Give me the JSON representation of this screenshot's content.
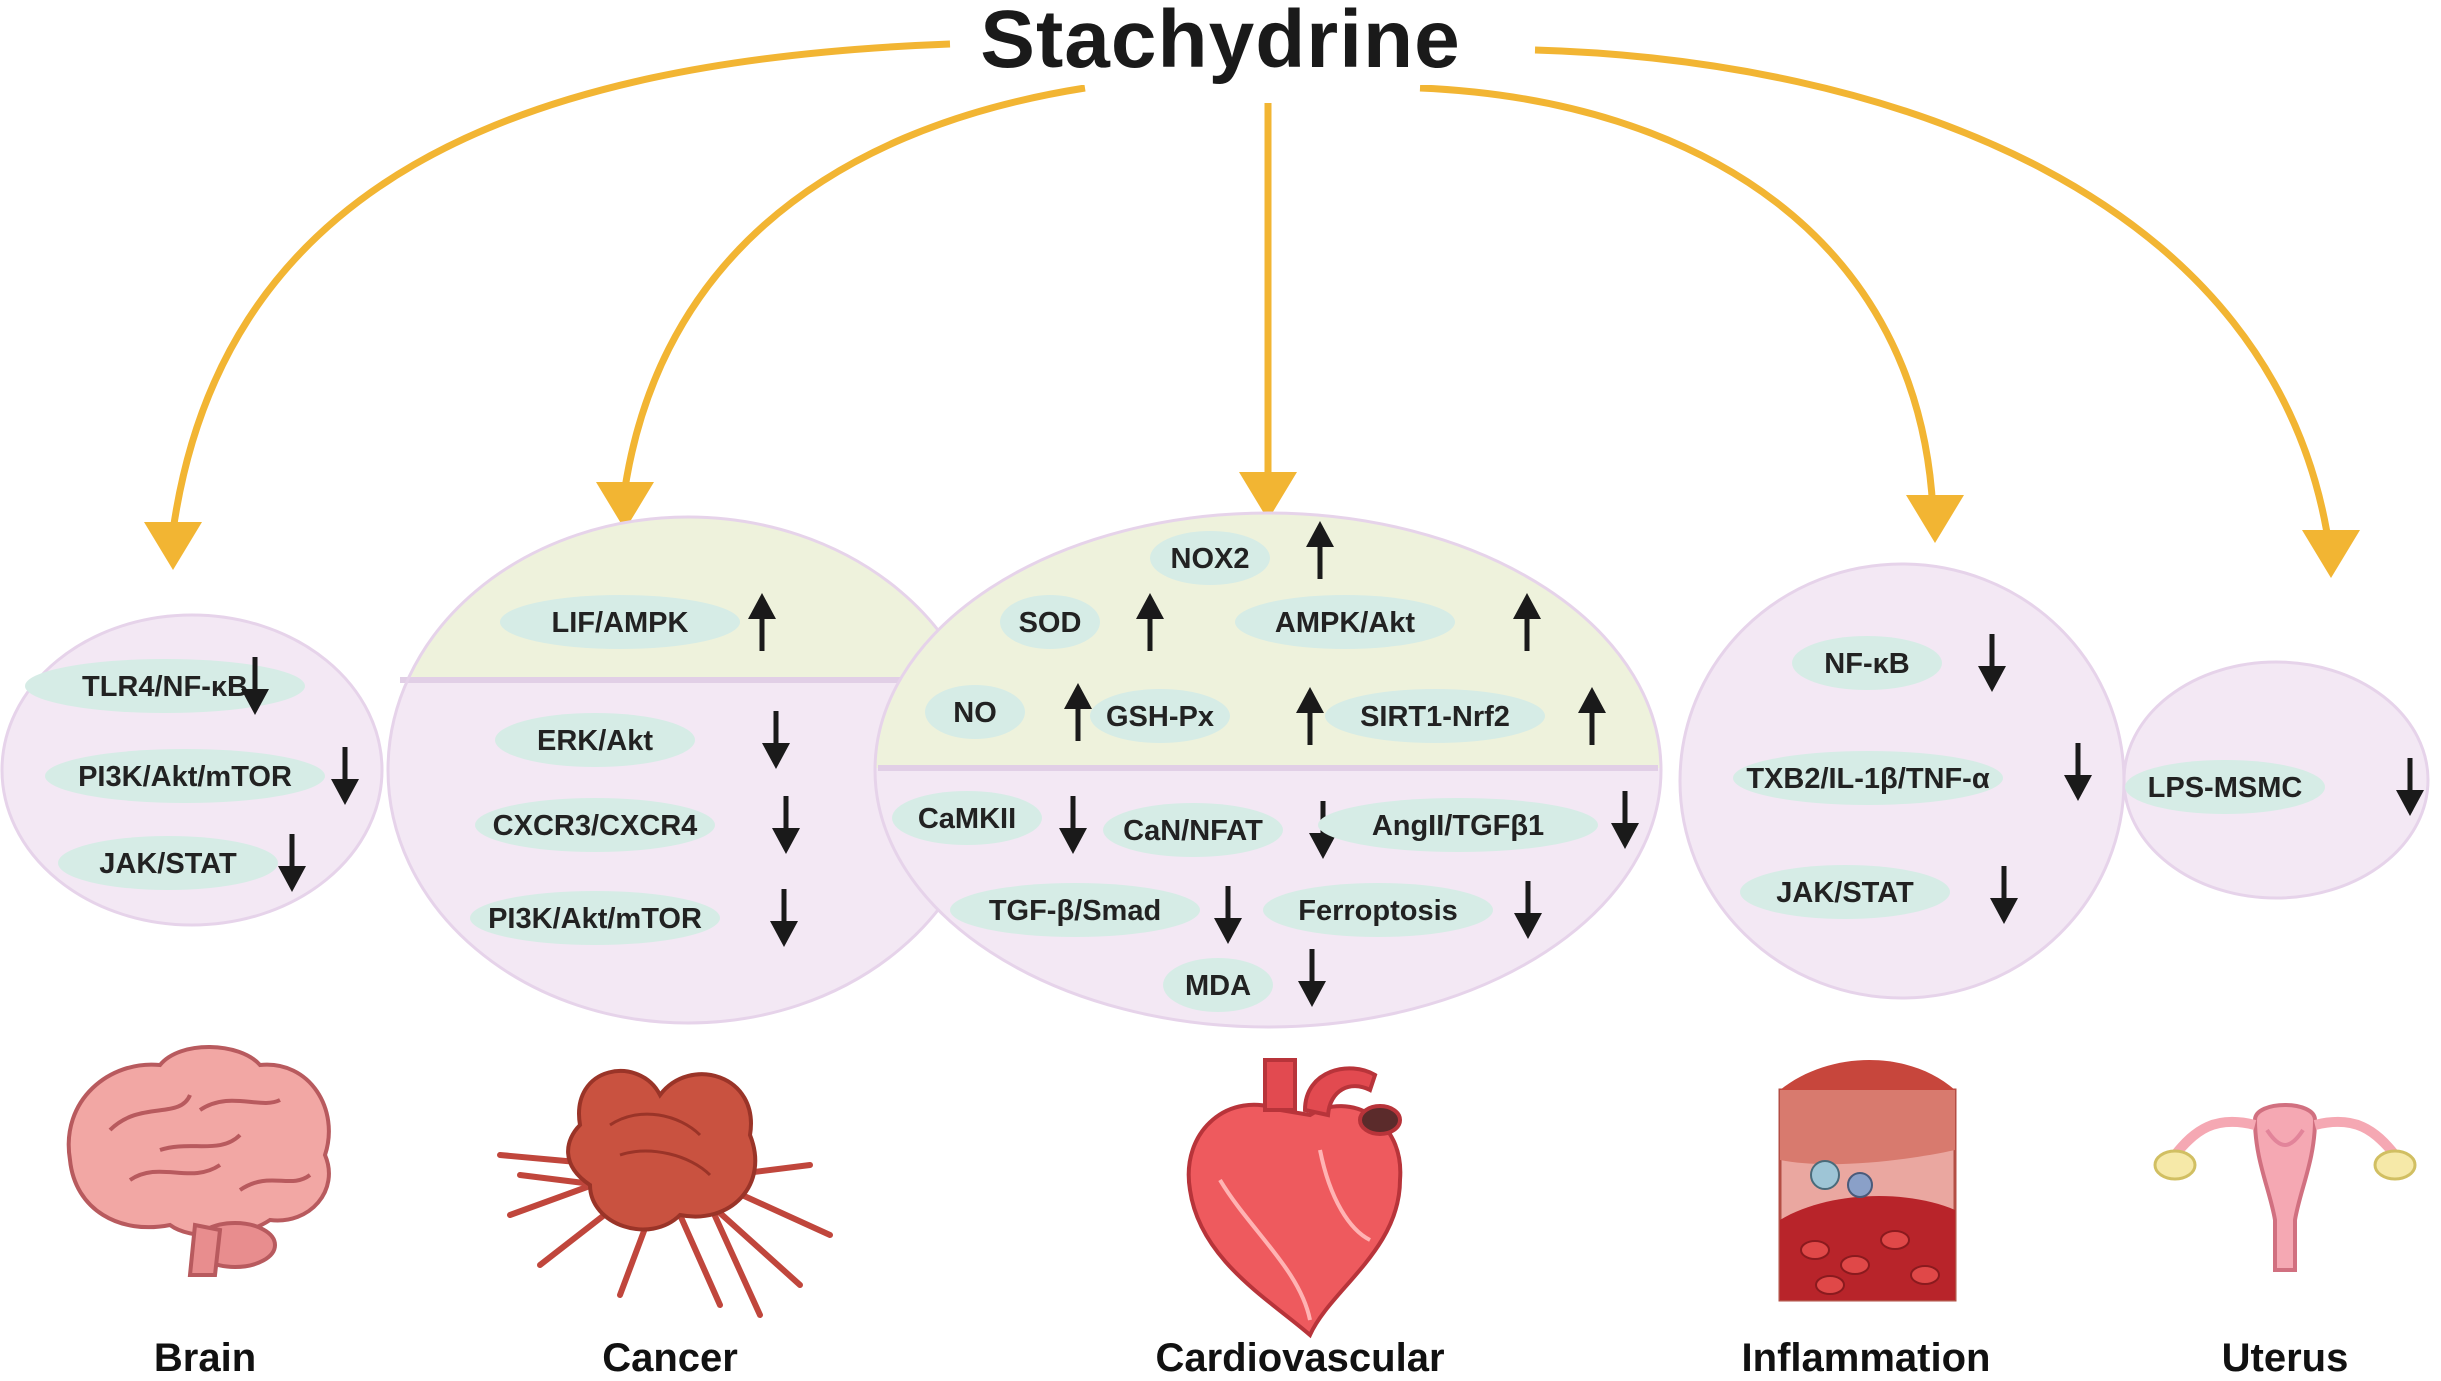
{
  "title": "Stachydrine",
  "colors": {
    "arrow": "#f2b533",
    "circle_fill": "#f3e8f4",
    "circle_stroke": "#e6d3ea",
    "upper_band": "#eef2dc",
    "pill_fill": "#d6ece6",
    "up_down_arrow": "#1a1a1a"
  },
  "groups": [
    {
      "id": "brain",
      "label": "Brain",
      "icon": "brain-icon",
      "sections": [
        {
          "pathways": [
            {
              "name": "TLR4/NF-κB",
              "direction": "down"
            },
            {
              "name": "PI3K/Akt/mTOR",
              "direction": "down"
            },
            {
              "name": "JAK/STAT",
              "direction": "down"
            }
          ]
        }
      ]
    },
    {
      "id": "cancer",
      "label": "Cancer",
      "icon": "cancer-cell-icon",
      "sections": [
        {
          "pathways": [
            {
              "name": "LIF/AMPK",
              "direction": "up"
            }
          ]
        },
        {
          "pathways": [
            {
              "name": "ERK/Akt",
              "direction": "down"
            },
            {
              "name": "CXCR3/CXCR4",
              "direction": "down"
            },
            {
              "name": "PI3K/Akt/mTOR",
              "direction": "down"
            }
          ]
        }
      ]
    },
    {
      "id": "cardiovascular",
      "label": "Cardiovascular",
      "icon": "heart-icon",
      "sections": [
        {
          "pathways": [
            {
              "name": "NOX2",
              "direction": "up"
            },
            {
              "name": "SOD",
              "direction": "up"
            },
            {
              "name": "AMPK/Akt",
              "direction": "up"
            },
            {
              "name": "NO",
              "direction": "up"
            },
            {
              "name": "GSH-Px",
              "direction": "up"
            },
            {
              "name": "SIRT1-Nrf2",
              "direction": "up"
            }
          ]
        },
        {
          "pathways": [
            {
              "name": "CaMKII",
              "direction": "down"
            },
            {
              "name": "CaN/NFAT",
              "direction": "down"
            },
            {
              "name": "AngII/TGFβ1",
              "direction": "down"
            },
            {
              "name": "TGF-β/Smad",
              "direction": "down"
            },
            {
              "name": "Ferroptosis",
              "direction": "down"
            },
            {
              "name": "MDA",
              "direction": "down"
            }
          ]
        }
      ]
    },
    {
      "id": "inflammation",
      "label": "Inflammation",
      "icon": "inflamed-tissue-icon",
      "sections": [
        {
          "pathways": [
            {
              "name": "NF-κB",
              "direction": "down"
            },
            {
              "name": "TXB2/IL-1β/TNF-α",
              "direction": "down"
            },
            {
              "name": "JAK/STAT",
              "direction": "down"
            }
          ]
        }
      ]
    },
    {
      "id": "uterus",
      "label": "Uterus",
      "icon": "uterus-icon",
      "sections": [
        {
          "pathways": [
            {
              "name": "LPS-MSMC",
              "direction": "down"
            }
          ]
        }
      ]
    }
  ]
}
